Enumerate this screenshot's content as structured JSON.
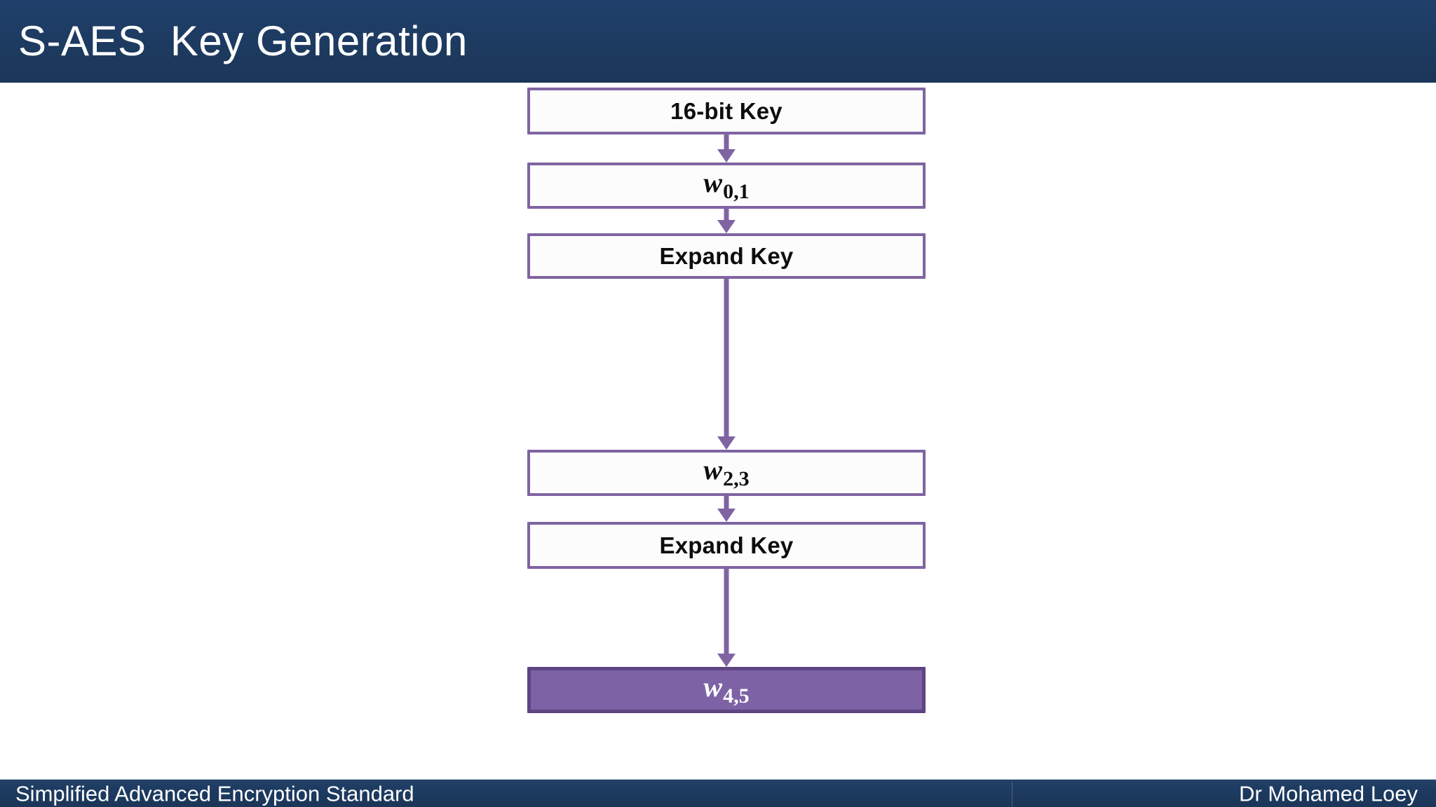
{
  "slide": {
    "title": "S-AES  Key Generation",
    "header_color": "#1d3a60",
    "accent_color": "#8064a2",
    "background_color": "#ffffff"
  },
  "diagram": {
    "type": "flowchart",
    "orientation": "vertical",
    "nodes": [
      {
        "id": "key",
        "label": "16-bit Key",
        "style": "outline",
        "math": false
      },
      {
        "id": "w01",
        "label": "w",
        "subscript": "0,1",
        "style": "outline",
        "math": true
      },
      {
        "id": "expand1",
        "label": "Expand Key",
        "style": "outline",
        "math": false
      },
      {
        "id": "w23",
        "label": "w",
        "subscript": "2,3",
        "style": "outline",
        "math": true
      },
      {
        "id": "expand2",
        "label": "Expand Key",
        "style": "outline",
        "math": false
      },
      {
        "id": "w45",
        "label": "w",
        "subscript": "4,5",
        "style": "filled",
        "math": true
      }
    ],
    "edges": [
      {
        "from": "key",
        "to": "w01",
        "kind": "arrow-down"
      },
      {
        "from": "w01",
        "to": "expand1",
        "kind": "arrow-down"
      },
      {
        "from": "expand1",
        "to": "w23",
        "kind": "arrow-down-long"
      },
      {
        "from": "w23",
        "to": "expand2",
        "kind": "arrow-down"
      },
      {
        "from": "expand2",
        "to": "w45",
        "kind": "arrow-down-long"
      }
    ]
  },
  "footer": {
    "left": "Simplified Advanced Encryption Standard",
    "right": "Dr Mohamed Loey"
  }
}
